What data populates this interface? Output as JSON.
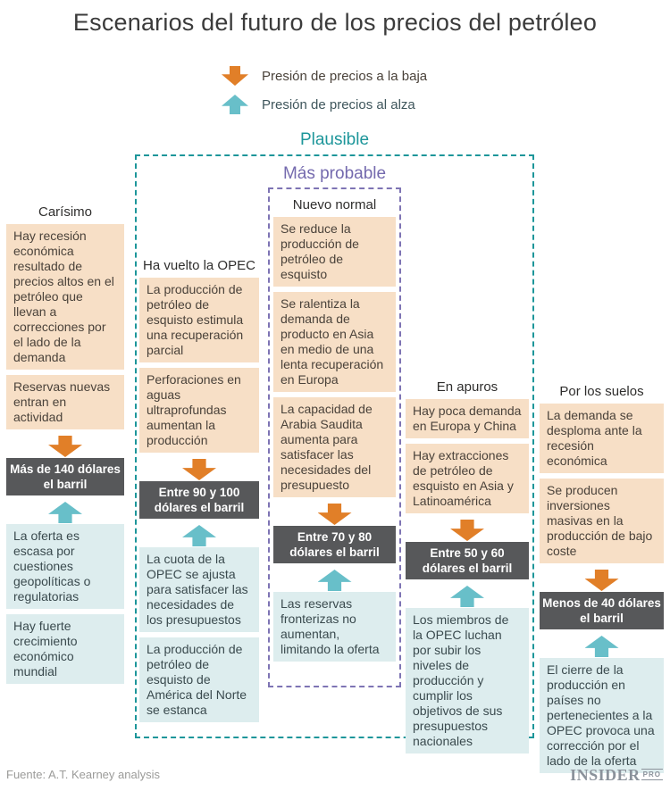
{
  "title": "Escenarios del futuro de los precios del petróleo",
  "legend": {
    "down_label": "Presión de precios a la baja",
    "up_label": "Presión de precios al alza"
  },
  "groups": {
    "plausible_label": "Plausible",
    "most_probable_label": "Más probable"
  },
  "colors": {
    "downward_arrow": "#e17f28",
    "upward_arrow": "#68bfc9",
    "downward_box": "#f7dfc6",
    "upward_box": "#ddedee",
    "price_box": "#57585a",
    "plausible_border": "#1d969a",
    "most_probable_border": "#746aae"
  },
  "columns": [
    {
      "title": "Carísimo",
      "downward_factors": [
        "Hay recesión económica resultado de precios altos en el petróleo que llevan a correcciones por el lado de la demanda",
        "Reservas nuevas entran en actividad"
      ],
      "price": "Más de 140 dólares el barril",
      "upward_factors": [
        "La oferta es escasa por cuestiones geopolíticas o regulatorias",
        "Hay fuerte crecimiento económico mundial"
      ]
    },
    {
      "title": "Ha vuelto la OPEC",
      "downward_factors": [
        "La producción de petróleo de esquisto estimula una recuperación parcial",
        "Perforaciones en aguas ultraprofundas aumentan la producción"
      ],
      "price": "Entre 90 y 100 dólares el barril",
      "upward_factors": [
        "La cuota de la OPEC se ajusta para satisfacer las necesidades de los presupuestos",
        "La producción de petróleo de esquisto de América del Norte se estanca"
      ]
    },
    {
      "title": "Nuevo normal",
      "downward_factors": [
        "Se reduce la producción de petróleo de esquisto",
        "Se ralentiza la demanda de producto en Asia en medio de una lenta recuperación en Europa",
        "La capacidad de Arabia Saudita aumenta para satisfacer las necesidades del presupuesto"
      ],
      "price": "Entre 70 y 80 dólares el barril",
      "upward_factors": [
        "Las reservas fronterizas no aumentan, limitando la oferta"
      ]
    },
    {
      "title": "En apuros",
      "downward_factors": [
        "Hay poca demanda en Europa y China",
        "Hay extracciones de petróleo de esquisto en Asia y Latinoamérica"
      ],
      "price": "Entre 50 y 60 dólares el barril",
      "upward_factors": [
        "Los miembros de la OPEC luchan por subir los niveles de producción y cumplir los objetivos de sus presupuestos nacionales"
      ]
    },
    {
      "title": "Por los suelos",
      "downward_factors": [
        "La demanda se desploma ante la recesión económica",
        "Se producen inversiones masivas en la producción de bajo coste"
      ],
      "price": "Menos de 40 dólares el barril",
      "upward_factors": [
        "El cierre de la producción en países no pertenecientes a la OPEC provoca una corrección por el lado de la oferta"
      ]
    }
  ],
  "footer": {
    "source": "Fuente: A.T. Kearney analysis",
    "brand": "INSIDER",
    "brand_badge": "PRO"
  }
}
